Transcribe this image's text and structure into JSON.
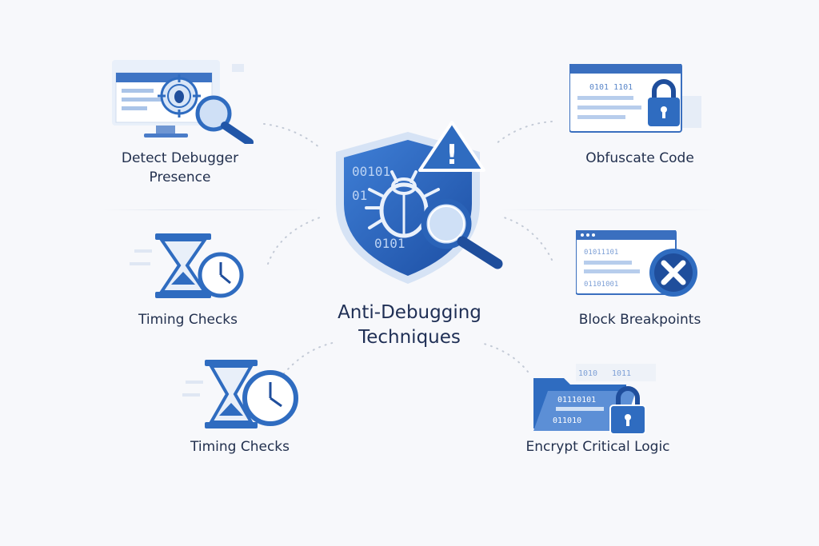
{
  "title": {
    "line1": "Anti-Debugging",
    "line2": "Techniques"
  },
  "nodes": [
    {
      "id": "detect-debugger",
      "line1": "Detect Debugger",
      "line2": "Presence",
      "icon": "monitor-bug-magnifier-icon"
    },
    {
      "id": "timing-checks-1",
      "label": "Timing Checks",
      "icon": "hourglass-clock-icon"
    },
    {
      "id": "timing-checks-2",
      "label": "Timing Checks",
      "icon": "hourglass-clock-icon"
    },
    {
      "id": "obfuscate-code",
      "label": "Obfuscate Code",
      "icon": "code-window-lock-icon"
    },
    {
      "id": "block-breakpoints",
      "label": "Block Breakpoints",
      "icon": "code-window-x-icon"
    },
    {
      "id": "encrypt-logic",
      "label": "Encrypt Critical Logic",
      "icon": "folder-binary-lock-icon"
    }
  ],
  "center": {
    "icon": "shield-bug-magnifier-warning-icon",
    "binary": [
      "00101",
      "01",
      "0101"
    ],
    "warning_glyph": "!"
  },
  "code": {
    "obfuscate": "0101 1101",
    "block": "01011101",
    "block2": "01101001",
    "encrypt1": "1010",
    "encrypt2": "1011",
    "encrypt3": "01110101",
    "encrypt4": "011010"
  },
  "colors": {
    "primary": "#2f6cc0",
    "dark": "#1f4e9c",
    "light": "#c9dbf3",
    "pale": "#e6eef9",
    "text": "#22304e"
  }
}
